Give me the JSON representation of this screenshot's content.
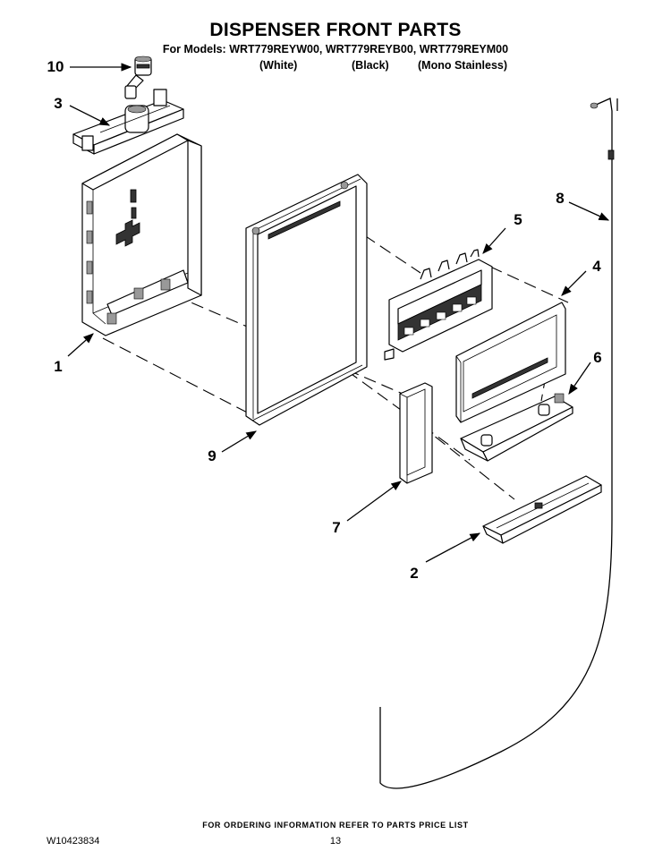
{
  "header": {
    "title": "DISPENSER FRONT PARTS",
    "models_line": "For Models: WRT779REYW00, WRT779REYB00, WRT779REYM00",
    "colors": [
      "(White)",
      "(Black)",
      "(Mono Stainless)"
    ]
  },
  "callouts": [
    "10",
    "3",
    "1",
    "9",
    "5",
    "4",
    "6",
    "7",
    "2",
    "8"
  ],
  "footer": {
    "note": "FOR ORDERING INFORMATION REFER TO PARTS PRICE LIST",
    "doc_id": "W10423834",
    "page": "13"
  }
}
